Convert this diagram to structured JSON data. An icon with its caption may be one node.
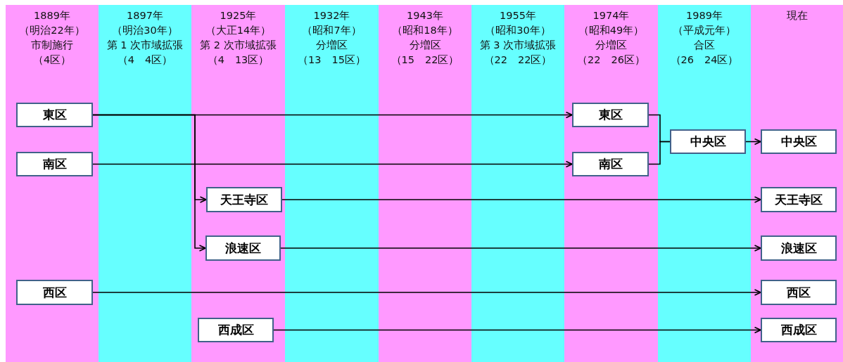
{
  "diagram": {
    "nodes": [
      {
        "text": [
          "東区"
        ]
      },
      {
        "text": [
          "南区"
        ]
      },
      {
        "text": [
          "西区"
        ]
      },
      {
        "text": [
          "天王寺区"
        ]
      },
      {
        "text": [
          "浪速区"
        ]
      },
      {
        "text": [
          "西成区"
        ]
      },
      {
        "text": [
          "東区"
        ]
      },
      {
        "text": [
          "南区"
        ]
      },
      {
        "text": [
          "中央区"
        ]
      },
      {
        "text": [
          "中央区"
        ]
      },
      {
        "text": [
          "天王寺区"
        ]
      },
      {
        "text": [
          "浪速区"
        ]
      },
      {
        "text": [
          "西区"
        ]
      },
      {
        "text": [
          "西成区"
        ]
      }
    ],
    "edges": [
      {
        "from": 0,
        "to": 6,
        "arrow": "to"
      },
      {
        "from": 1,
        "to": 7,
        "arrow": "to"
      },
      {
        "from": 0,
        "to": 3,
        "arrow": "to"
      },
      {
        "from": 0,
        "to": 4,
        "arrow": "to"
      },
      {
        "from": 6,
        "to": 8,
        "arrow": "none"
      },
      {
        "from": 7,
        "to": 8,
        "arrow": "none"
      },
      {
        "from": 8,
        "to": 9,
        "arrow": "to"
      },
      {
        "from": 3,
        "to": 10,
        "arrow": "to"
      },
      {
        "from": 4,
        "to": 11,
        "arrow": "to"
      },
      {
        "from": 2,
        "to": 12,
        "arrow": "to"
      },
      {
        "from": 5,
        "to": 13,
        "arrow": "to"
      }
    ],
    "labels": [
      "1889年",
      "（明治22年）",
      "市制施行",
      "（4区）",
      "1897年",
      "（明治30年）",
      "第 1 次市域拡張",
      "（4　4区）",
      "1925年",
      "（大正14年）",
      "第 2 次市域拡張",
      "（4　13区）",
      "1932年",
      "（昭和7年）",
      "分増区",
      "（13　15区）",
      "1943年",
      "（昭和18年）",
      "分増区",
      "（15　22区）",
      "1955年",
      "（昭和30年）",
      "第 3 次市域拡張",
      "（22　22区）",
      "1974年",
      "（昭和49年）",
      "分増区",
      "（22　26区）",
      "1989年",
      "（平成元年）",
      "合区",
      "（26　24区）",
      "現在"
    ]
  }
}
